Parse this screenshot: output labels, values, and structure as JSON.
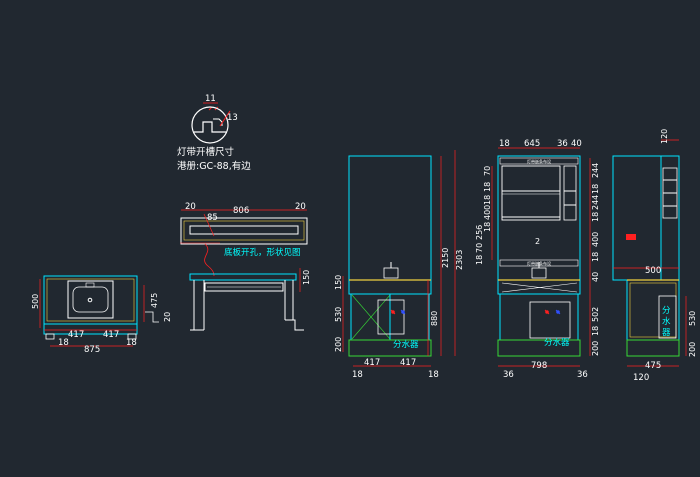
{
  "detail": {
    "top_dim": "11",
    "side_dim": "13",
    "caption1": "灯带开槽尺寸",
    "caption2": "港册:GC-88,有边"
  },
  "basin_plan": {
    "dims": [
      "500",
      "417",
      "417",
      "475",
      "18",
      "875",
      "18",
      "20"
    ]
  },
  "top_section": {
    "dims": [
      "20",
      "806",
      "20",
      "85",
      "150"
    ],
    "note": "底板开孔，形状见图"
  },
  "front_elev": {
    "dims": [
      "150",
      "530",
      "200",
      "417",
      "417",
      "18",
      "18",
      "2150",
      "2303",
      "880"
    ],
    "label": "分水器"
  },
  "cabinet_open": {
    "dims_top": [
      "18",
      "645",
      "36",
      "40"
    ],
    "dims_right": [
      "244",
      "18",
      "244",
      "18",
      "400",
      "18",
      "40",
      "502",
      "18",
      "200"
    ],
    "dims_left": [
      "70",
      "18",
      "18",
      "400",
      "18",
      "256",
      "70",
      "18"
    ],
    "dims_bottom": [
      "36",
      "798",
      "36"
    ],
    "shelf_tag": "灯带嵌条布设",
    "label": "分水器"
  },
  "side_elev": {
    "dims": [
      "120",
      "500",
      "530",
      "200",
      "475",
      "120"
    ],
    "label_chars": [
      "分",
      "水",
      "器"
    ]
  },
  "colors": {
    "bg": "#212830",
    "dim_line": "#ff2020",
    "outline": "#00e5ff",
    "floor": "#36d936",
    "counter": "#f0d040",
    "fixture": "#ffffff",
    "valve": "#3050ff"
  }
}
